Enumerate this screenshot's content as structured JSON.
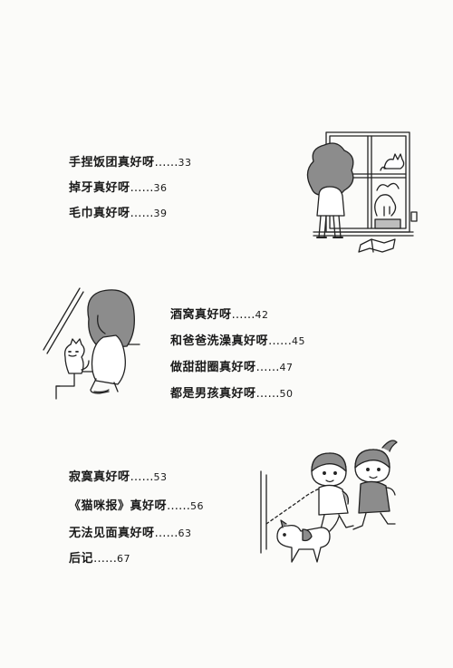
{
  "toc": {
    "sections": [
      {
        "entries": [
          {
            "title": "手捏饭团真好呀",
            "dots": "……",
            "page": "33"
          },
          {
            "title": "掉牙真好呀",
            "dots": "……",
            "page": "36"
          },
          {
            "title": "毛巾真好呀",
            "dots": "……",
            "page": "39"
          }
        ]
      },
      {
        "entries": [
          {
            "title": "酒窝真好呀",
            "dots": "……",
            "page": "42"
          },
          {
            "title": "和爸爸洗澡真好呀",
            "dots": "……",
            "page": "45"
          },
          {
            "title": "做甜甜圈真好呀",
            "dots": "……",
            "page": "47"
          },
          {
            "title": "都是男孩真好呀",
            "dots": "……",
            "page": "50"
          }
        ]
      },
      {
        "entries": [
          {
            "title": "寂寞真好呀",
            "dots": "……",
            "page": "53"
          },
          {
            "title": "《猫咪报》真好呀",
            "dots": "……",
            "page": "56"
          },
          {
            "title": "无法见面真好呀",
            "dots": "……",
            "page": "63"
          },
          {
            "title": "后记",
            "dots": "……",
            "page": "67"
          }
        ]
      }
    ]
  },
  "illustrations": [
    {
      "subject": "child-at-window-icon"
    },
    {
      "subject": "girl-with-cat-on-stairs-icon"
    },
    {
      "subject": "two-girls-and-dog-icon"
    }
  ]
}
